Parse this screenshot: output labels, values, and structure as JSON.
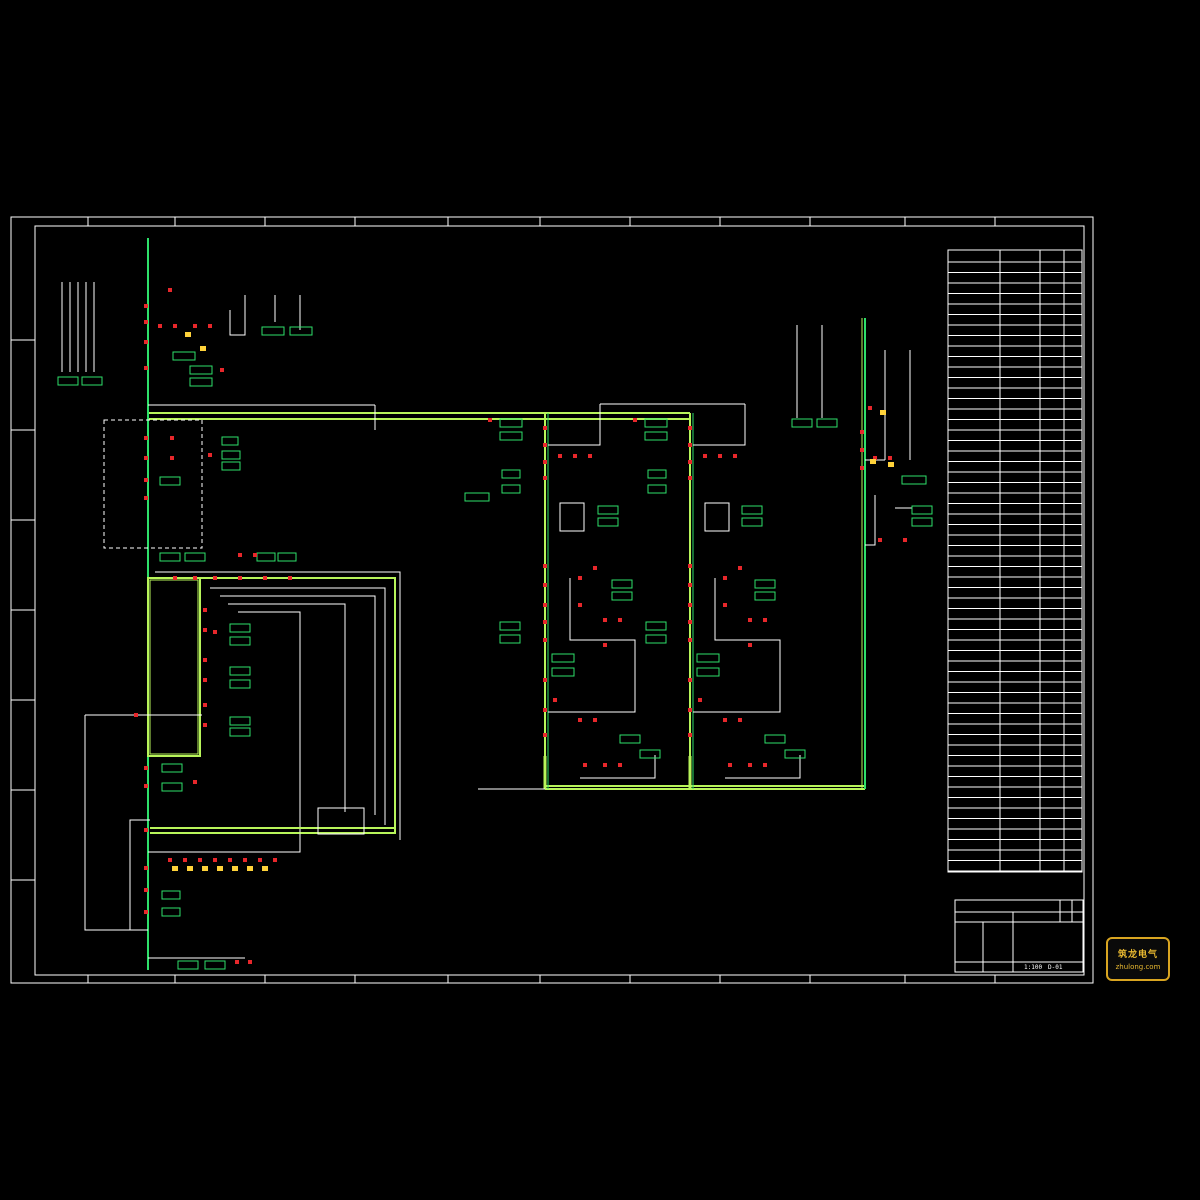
{
  "drawing": {
    "title_block": {
      "scale_text": "1:100",
      "drawing_number": "D-01"
    },
    "colors": {
      "background": "#000000",
      "frame": "#ffffff",
      "busbar": "#b8f55a",
      "feeder": "#2ee06a",
      "device": "#e8272b",
      "text": "#ffffff",
      "accent": "#ffd23a"
    }
  },
  "watermark": {
    "title": "筑龙电气",
    "url": "zhulong.com"
  }
}
